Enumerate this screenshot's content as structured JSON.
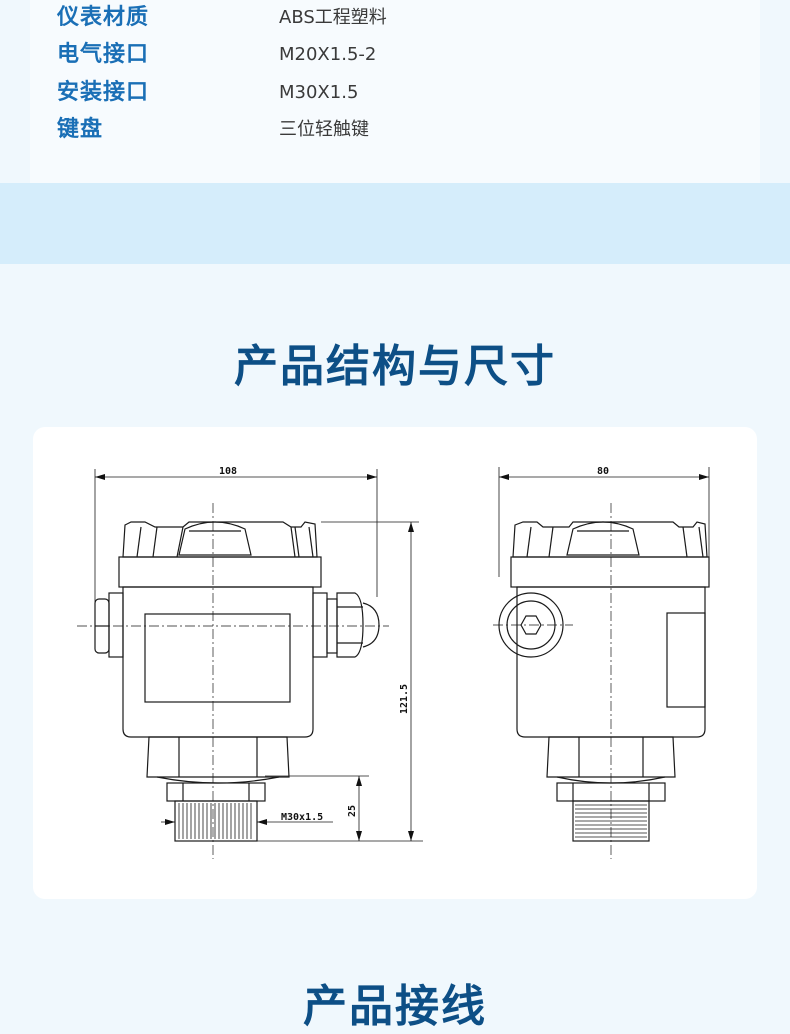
{
  "specs": [
    {
      "label": "仪表材质",
      "value": "ABS工程塑料"
    },
    {
      "label": "电气接口",
      "value": "M20X1.5-2"
    },
    {
      "label": "安装接口",
      "value": "M30X1.5"
    },
    {
      "label": "键盘",
      "value": "三位轻触键"
    }
  ],
  "sections": {
    "structure_title": "产品结构与尺寸",
    "wiring_title": "产品接线"
  },
  "drawing": {
    "dim_width_front": "108",
    "dim_width_side": "80",
    "dim_height": "121.5",
    "dim_thread_height": "25",
    "thread_label": "M30x1.5"
  },
  "colors": {
    "label_blue": "#1a6fb6",
    "title_navy": "#0d4f86",
    "band": "#d5edfb",
    "background": "#f0f8fd"
  }
}
